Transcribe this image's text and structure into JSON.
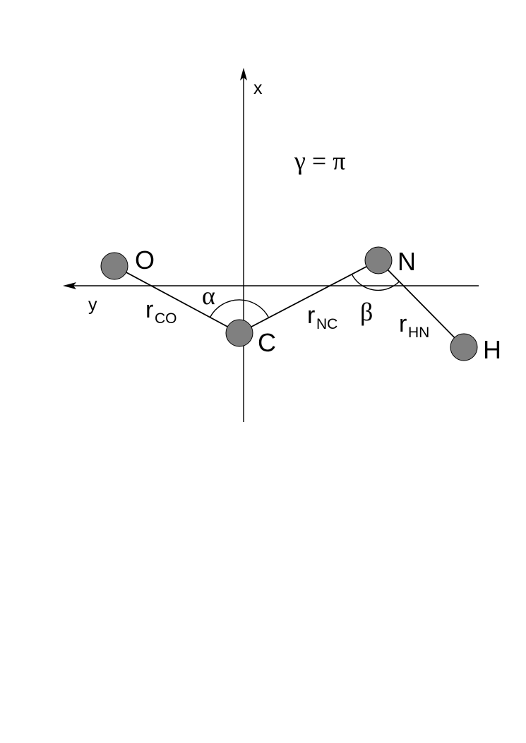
{
  "axes": {
    "x_label": "x",
    "y_label": "y"
  },
  "condition": {
    "text": "γ = π"
  },
  "atoms": [
    {
      "label": "O",
      "color": "#808080"
    },
    {
      "label": "C",
      "color": "#808080"
    },
    {
      "label": "N",
      "color": "#808080"
    },
    {
      "label": "H",
      "color": "#808080"
    }
  ],
  "bonds": [
    {
      "label_main": "r",
      "label_sub": "CO"
    },
    {
      "label_main": "r",
      "label_sub": "NC"
    },
    {
      "label_main": "r",
      "label_sub": "HN"
    }
  ],
  "angles": {
    "alpha": "α",
    "beta": "β"
  }
}
